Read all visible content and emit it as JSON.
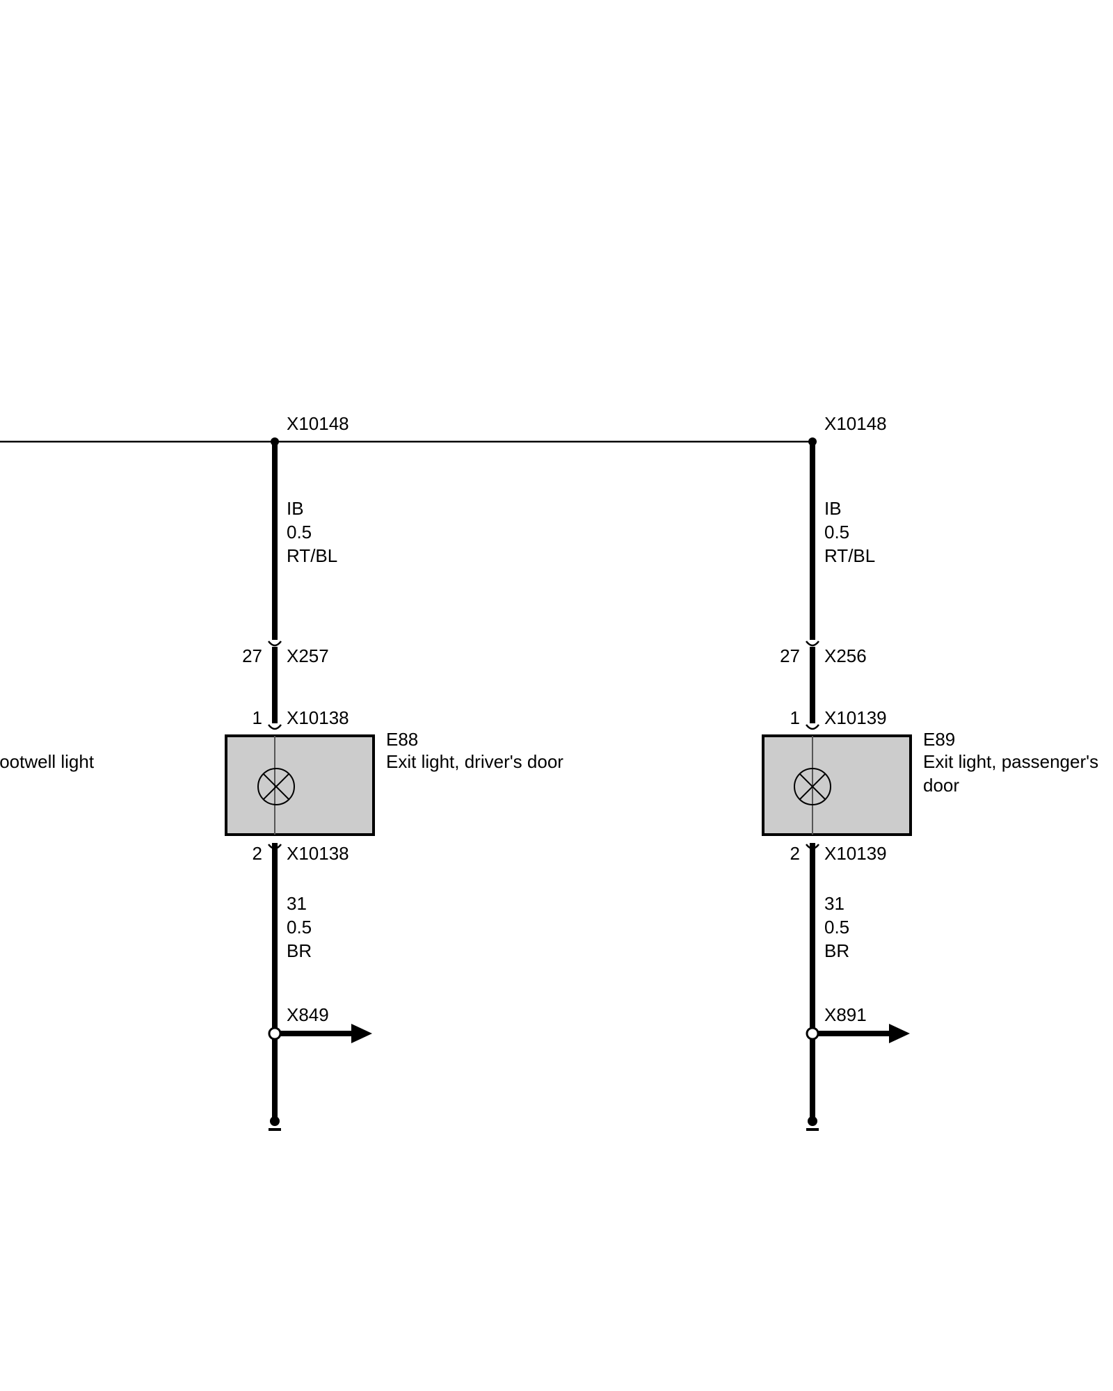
{
  "colors": {
    "background": "#ffffff",
    "line": "#000000",
    "component_fill": "#cccccc"
  },
  "partial_label": "footwell light",
  "circuits": [
    {
      "top_connector": "X10148",
      "upper_wire": {
        "circuit": "IB",
        "size": "0.5",
        "color": "RT/BL"
      },
      "plug": {
        "pin": "27",
        "connector": "X257"
      },
      "component_pin_top": {
        "pin": "1",
        "connector": "X10138"
      },
      "component": {
        "id": "E88",
        "name_lines": [
          "Exit light, driver's door"
        ]
      },
      "component_pin_bottom": {
        "pin": "2",
        "connector": "X10138"
      },
      "lower_wire": {
        "circuit": "31",
        "size": "0.5",
        "color": "BR"
      },
      "splice": "X849"
    },
    {
      "top_connector": "X10148",
      "upper_wire": {
        "circuit": "IB",
        "size": "0.5",
        "color": "RT/BL"
      },
      "plug": {
        "pin": "27",
        "connector": "X256"
      },
      "component_pin_top": {
        "pin": "1",
        "connector": "X10139"
      },
      "component": {
        "id": "E89",
        "name_lines": [
          "Exit light, passenger's",
          "door"
        ]
      },
      "component_pin_bottom": {
        "pin": "2",
        "connector": "X10139"
      },
      "lower_wire": {
        "circuit": "31",
        "size": "0.5",
        "color": "BR"
      },
      "splice": "X891"
    }
  ]
}
